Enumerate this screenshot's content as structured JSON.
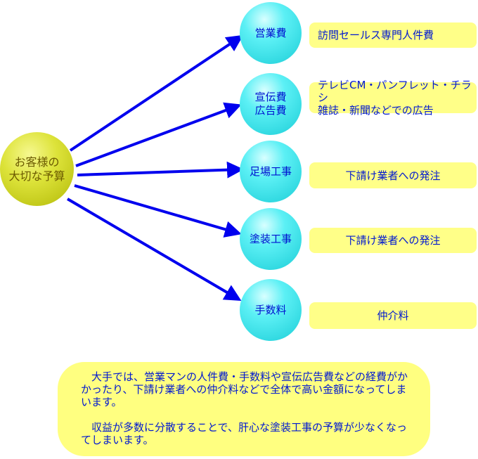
{
  "center": {
    "line1": "お客様の",
    "line2": "大切な予算"
  },
  "items": [
    {
      "label1": "営業費",
      "label2": "",
      "note1": "訪問セールス専門人件費",
      "note2": ""
    },
    {
      "label1": "宣伝費",
      "label2": "広告費",
      "note1": "テレビCM・パンフレット・チラシ",
      "note2": "雑誌・新聞などでの広告"
    },
    {
      "label1": "足場工事",
      "label2": "",
      "note1": "下請け業者への発注",
      "note2": ""
    },
    {
      "label1": "塗装工事",
      "label2": "",
      "note1": "下請け業者への発注",
      "note2": ""
    },
    {
      "label1": "手数料",
      "label2": "",
      "note1": "仲介料",
      "note2": ""
    }
  ],
  "summary": {
    "p1": "大手では、営業マンの人件費・手数料や宣伝広告費などの経費がかかったり、下請け業者への仲介料などで全体で高い金額になってしまいます。",
    "p2": "収益が多数に分散することで、肝心な塗装工事の予算が少なくなってしまいます。"
  },
  "colors": {
    "arrow": "#0000ee",
    "center": "#dde33a",
    "node": "#4ee8f0",
    "note": "#ffff88"
  }
}
